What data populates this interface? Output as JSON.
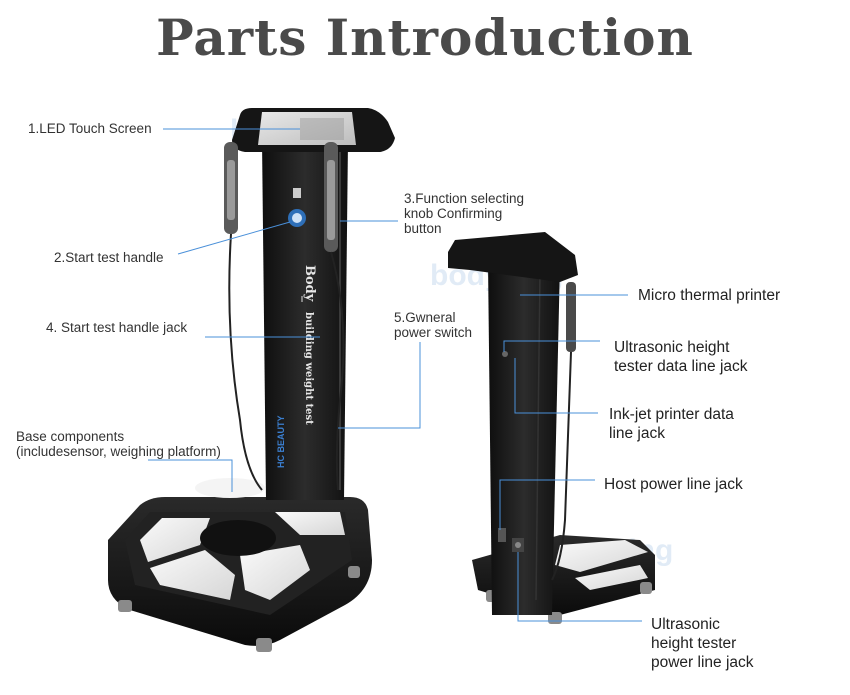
{
  "title": "Parts Introduction",
  "watermark": "bodyking",
  "left_device": {
    "column_text_1": "Body",
    "column_text_2": "building weight test",
    "logo_text": "HC BEAUTY",
    "labels": {
      "led_screen": "1.LED Touch Screen",
      "start_handle": "2.Start test handle",
      "function_knob_line1": "3.Function selecting",
      "function_knob_line2": "knob Confirming",
      "function_knob_line3": "button",
      "handle_jack": "4. Start test handle jack",
      "power_switch_line1": "5.Gwneral",
      "power_switch_line2": "power switch",
      "base_line1": "Base components",
      "base_line2": "(includesensor, weighing platform)"
    }
  },
  "right_device": {
    "labels": {
      "micro_printer": "Micro thermal printer",
      "ultrasonic_data_line1": "Ultrasonic height",
      "ultrasonic_data_line2": "tester data line jack",
      "inkjet_line1": "Ink-jet printer data",
      "inkjet_line2": "line jack",
      "host_power": "Host power line jack",
      "ultrasonic_power_line1": "Ultrasonic",
      "ultrasonic_power_line2": "height tester",
      "ultrasonic_power_line3": "power line jack"
    }
  },
  "colors": {
    "leader_line": "#4a90d9",
    "device_body": "#1c1c1c",
    "title": "#4a4a4a"
  }
}
